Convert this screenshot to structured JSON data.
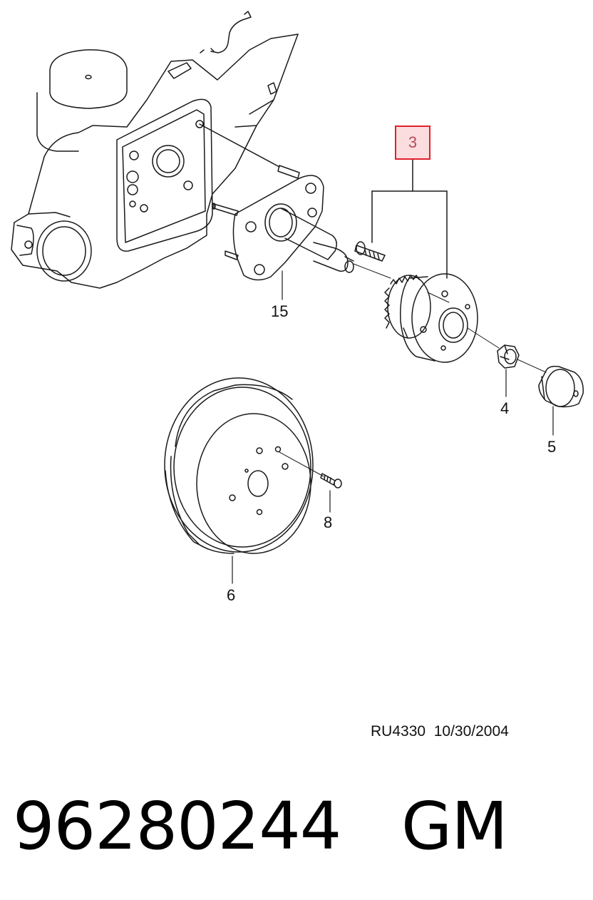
{
  "callouts": {
    "hub": "3",
    "spindle": "15",
    "nut": "4",
    "cap": "5",
    "drum": "6",
    "screw": "8"
  },
  "drawing_code": "RU4330",
  "drawing_date": "10/30/2004",
  "part_number": "96280244",
  "brand": "GM",
  "colors": {
    "line": "#1a1a1a",
    "highlight_border": "#e0202e",
    "highlight_fill": "#fbdde0"
  }
}
